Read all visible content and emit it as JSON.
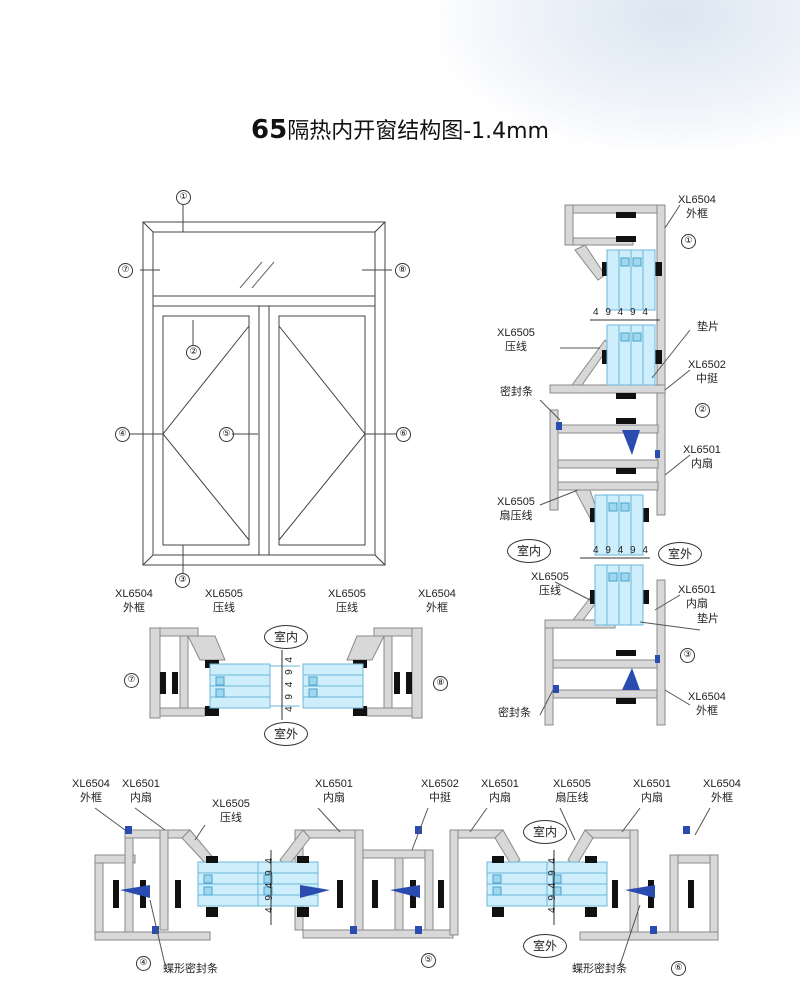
{
  "title": {
    "prefix": "65",
    "main": "隔热内开窗结构图",
    "suffix": "-1.4mm"
  },
  "markers": [
    "①",
    "②",
    "③",
    "④",
    "⑤",
    "⑥",
    "⑦",
    "⑧"
  ],
  "rooms": {
    "inside": "室内",
    "outside": "室外"
  },
  "glass_dimension": "4 9 4 9 4",
  "parts": {
    "outer_frame": {
      "code": "XL6504",
      "name": "外框"
    },
    "bead": {
      "code": "XL6505",
      "name": "压线"
    },
    "sash_bead": {
      "code": "XL6505",
      "name": "扇压线"
    },
    "mullion": {
      "code": "XL6502",
      "name": "中挺"
    },
    "sash": {
      "code": "XL6501",
      "name": "内扇"
    },
    "shim": {
      "name": "垫片"
    },
    "seal": {
      "name": "密封条"
    },
    "butterfly_seal": {
      "name": "蝶形密封条"
    }
  },
  "colors": {
    "profile": "#d6d6d6",
    "profile_stroke": "#8a8a8a",
    "glass": "#bfe6f5",
    "seal": "#2a4bb0",
    "gasket": "#111111"
  }
}
